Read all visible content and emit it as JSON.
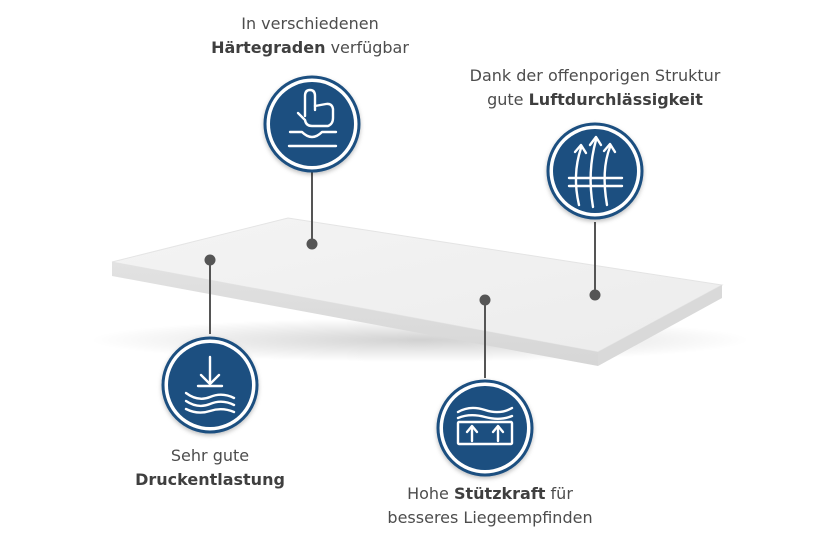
{
  "features": {
    "haertegrade": {
      "line1": "In verschiedenen",
      "bold": "Härtegraden",
      "rest": " verfügbar"
    },
    "luft": {
      "line1": "Dank der offenporigen Struktur",
      "pre": "gute ",
      "bold": "Luftdurchlässigkeit"
    },
    "druck": {
      "line1": "Sehr gute",
      "bold": "Druckentlastung"
    },
    "stuetz": {
      "pre": "Hohe ",
      "bold": "Stützkraft",
      "rest": " für",
      "line2": "besseres Liegeempfinden"
    }
  },
  "icons": {
    "haertegrade": "finger-press-icon",
    "luft": "airflow-arrows-icon",
    "druck": "pressure-relief-icon",
    "stuetz": "support-arrows-icon"
  },
  "colors": {
    "badge_fill": "#1b4f80",
    "badge_ring": "#1b4f80",
    "mattress_top": "#f0f0f0",
    "mattress_side": "#dedede",
    "connector": "#555555"
  }
}
